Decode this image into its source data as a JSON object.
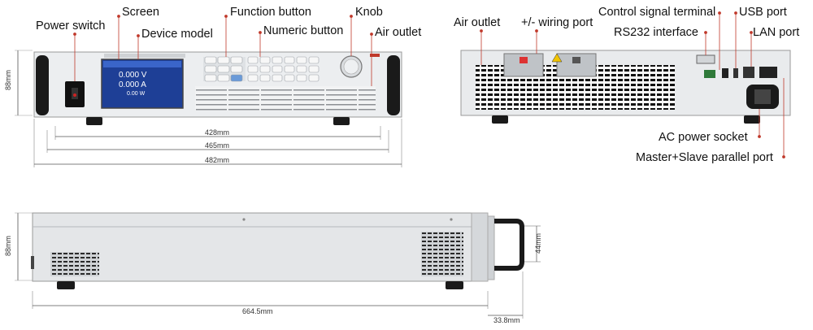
{
  "colors": {
    "leader": "#c0392b",
    "panel": "#e9ebed",
    "handle": "#1a1a1a",
    "screen": "#2b4fa8"
  },
  "front": {
    "labels": {
      "power_switch": "Power switch",
      "screen": "Screen",
      "device_model": "Device model",
      "function_button": "Function button",
      "numeric_button": "Numeric button",
      "knob": "Knob",
      "air_outlet": "Air outlet"
    },
    "display": {
      "voltage": "0.000 V",
      "current": "0.000 A",
      "power": "0.00 W"
    },
    "dims": {
      "inner_width": "428mm",
      "body_width": "465mm",
      "total_width": "482mm",
      "height": "88mm"
    }
  },
  "rear": {
    "labels": {
      "air_outlet": "Air outlet",
      "wiring_port": "+/- wiring port",
      "control_signal": "Control signal terminal",
      "usb_port": "USB port",
      "rs232": "RS232 interface",
      "lan_port": "LAN port",
      "ac_socket": "AC power socket",
      "parallel_port": "Master+Slave parallel port"
    }
  },
  "side": {
    "dims": {
      "height": "88mm",
      "handle_height": "44mm",
      "depth": "664.5mm",
      "handle_depth": "33.8mm"
    }
  }
}
